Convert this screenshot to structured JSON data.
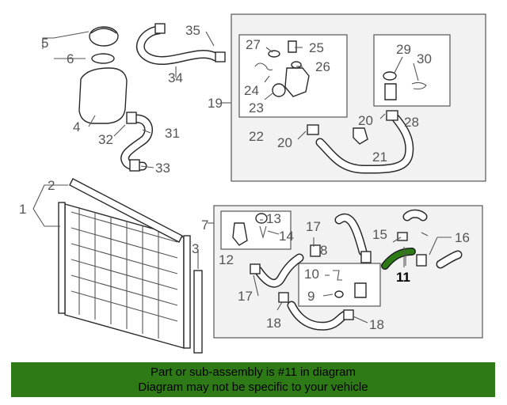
{
  "diagram": {
    "labels": {
      "l1": "1",
      "l2": "2",
      "l3": "3",
      "l4": "4",
      "l5": "5",
      "l6": "6",
      "l7": "7",
      "l8": "8",
      "l9": "9",
      "l10": "10",
      "l11": "11",
      "l12": "12",
      "l13": "13",
      "l14": "14",
      "l15": "15",
      "l16": "16",
      "l17a": "17",
      "l17b": "17",
      "l18a": "18",
      "l18b": "18",
      "l19": "19",
      "l20a": "20",
      "l20b": "20",
      "l21": "21",
      "l22": "22",
      "l23": "23",
      "l24": "24",
      "l25": "25",
      "l26": "26",
      "l27": "27",
      "l28": "28",
      "l29": "29",
      "l30": "30",
      "l31": "31",
      "l32": "32",
      "l33": "33",
      "l34": "34",
      "l35": "35"
    },
    "highlight_color": "#2d7a17"
  },
  "footer": {
    "line1": "Part or sub-assembly is #11 in diagram",
    "line2": "Diagram may not be specific to your vehicle",
    "background": "#2d7a17"
  }
}
